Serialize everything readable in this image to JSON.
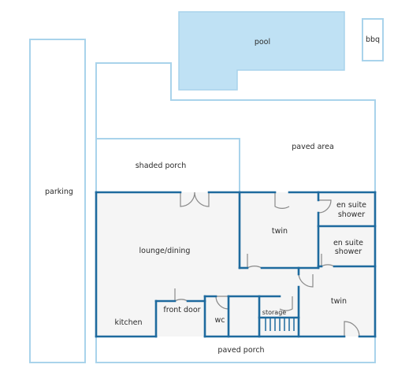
{
  "labels": {
    "pool": "pool",
    "bbq": "bbq",
    "paved_area": "paved area",
    "shaded_porch": "shaded porch",
    "parking": "parking",
    "en_suite_shower_1_line1": "en suite",
    "en_suite_shower_1_line2": "shower",
    "en_suite_shower_2_line1": "en suite",
    "en_suite_shower_2_line2": "shower",
    "twin_1": "twin",
    "twin_2": "twin",
    "lounge_dining": "lounge/dining",
    "front_door": "front door",
    "wc": "wc",
    "storage": "storage",
    "kitchen": "kitchen",
    "paved_porch": "paved porch"
  },
  "colors": {
    "outline_light": "#a9d3eb",
    "wall": "#1e6a9e",
    "interior_fill": "#f5f5f5",
    "pool_fill": "#bfe1f4",
    "door_line": "#8a8a8a",
    "text": "#2b2b2b"
  }
}
